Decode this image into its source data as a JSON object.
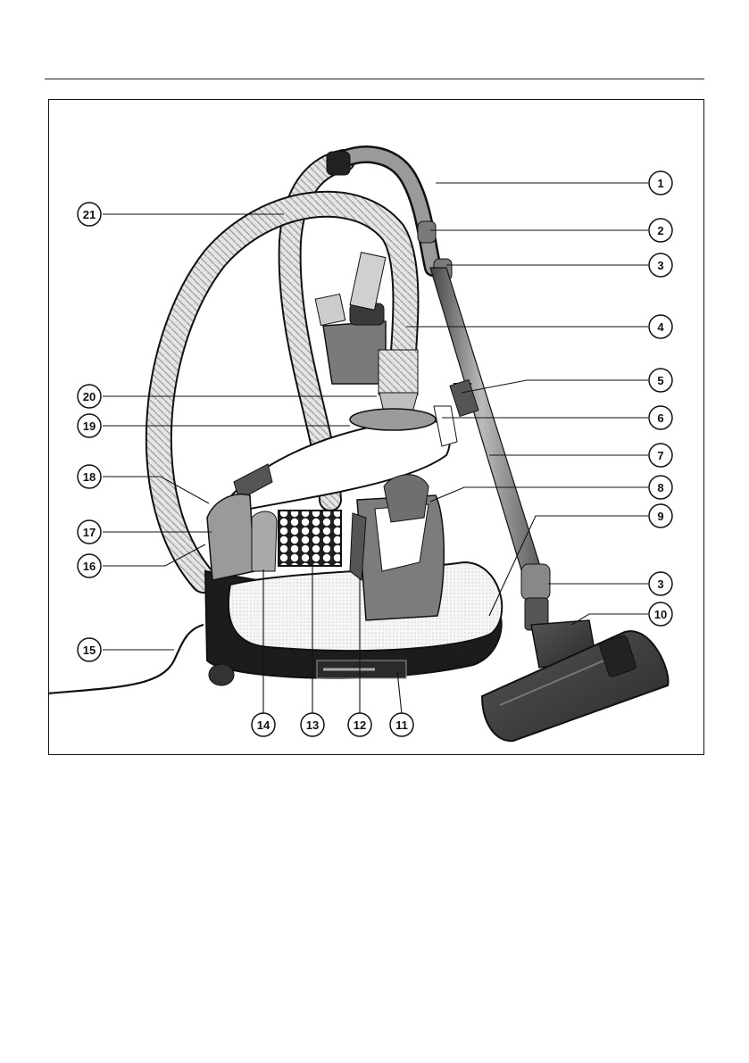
{
  "figure": {
    "callouts": [
      {
        "label": "1"
      },
      {
        "label": "2"
      },
      {
        "label": "3"
      },
      {
        "label": "4"
      },
      {
        "label": "5"
      },
      {
        "label": "6"
      },
      {
        "label": "7"
      },
      {
        "label": "8"
      },
      {
        "label": "9"
      },
      {
        "label": "3"
      },
      {
        "label": "10"
      },
      {
        "label": "11"
      },
      {
        "label": "12"
      },
      {
        "label": "13"
      },
      {
        "label": "14"
      },
      {
        "label": "15"
      },
      {
        "label": "16"
      },
      {
        "label": "17"
      },
      {
        "label": "18"
      },
      {
        "label": "19"
      },
      {
        "label": "20"
      },
      {
        "label": "21"
      }
    ]
  },
  "colors": {
    "line": "#111111",
    "body_dark": "#2a2a2a",
    "body_light": "#f1f1f1",
    "hose": "#d9d9d9",
    "accent_grey": "#8c8c8c"
  }
}
